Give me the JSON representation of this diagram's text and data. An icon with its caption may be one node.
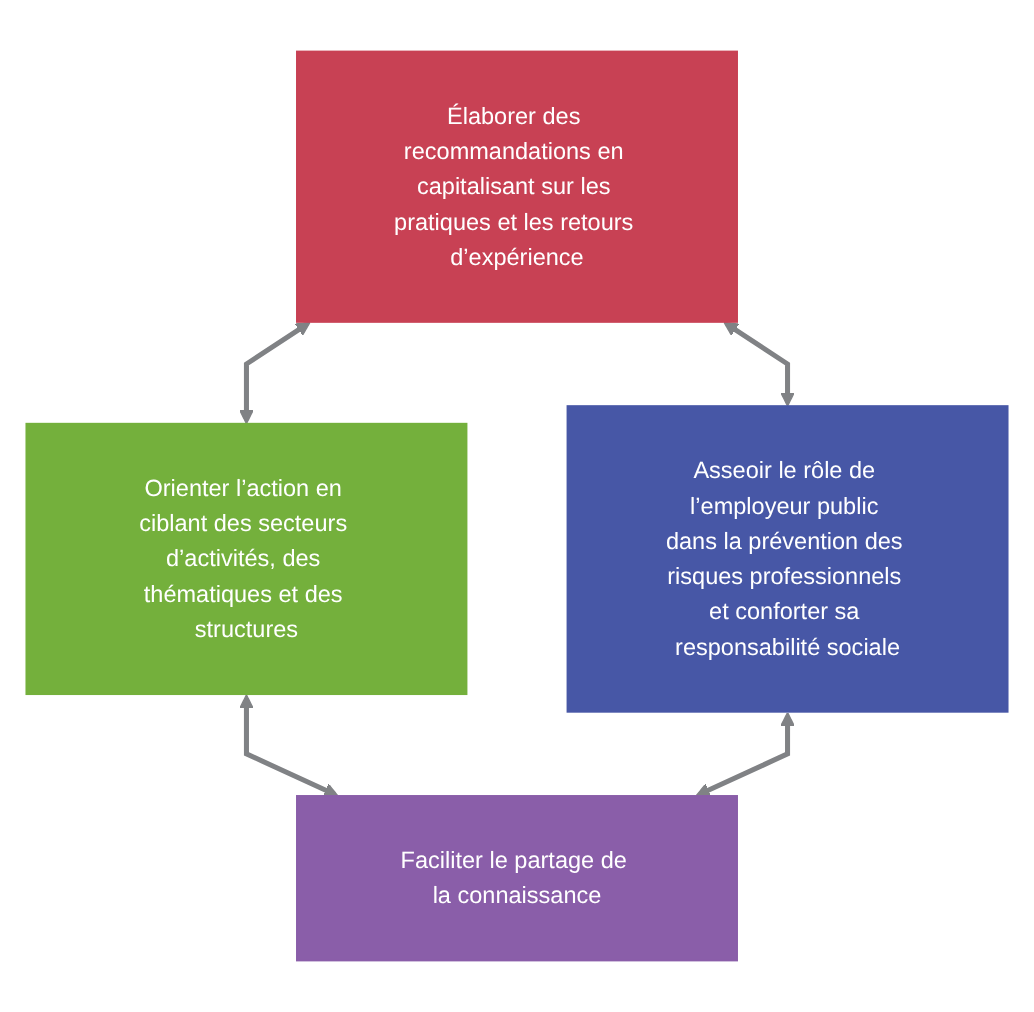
{
  "diagram": {
    "nodes": [
      {
        "text": [
          "Élaborer des recommandations en capitalisant sur les pratiques et les retours d’expérience"
        ]
      },
      {
        "text": [
          "Orienter l’action en ciblant des secteurs d’activités, des thématiques et des structures"
        ]
      },
      {
        "text": [
          "Asseoir le rôle de l’employeur public dans la prévention des risques professionnels et conforter sa responsabilité sociale"
        ]
      },
      {
        "text": [
          "Faciliter le partage de la connaissance"
        ]
      }
    ],
    "edges": [
      {
        "from": 0,
        "to": 1,
        "arrow": "both"
      },
      {
        "from": 0,
        "to": 2,
        "arrow": "both"
      },
      {
        "from": 1,
        "to": 3,
        "arrow": "both"
      },
      {
        "from": 2,
        "to": 3,
        "arrow": "both"
      }
    ]
  }
}
